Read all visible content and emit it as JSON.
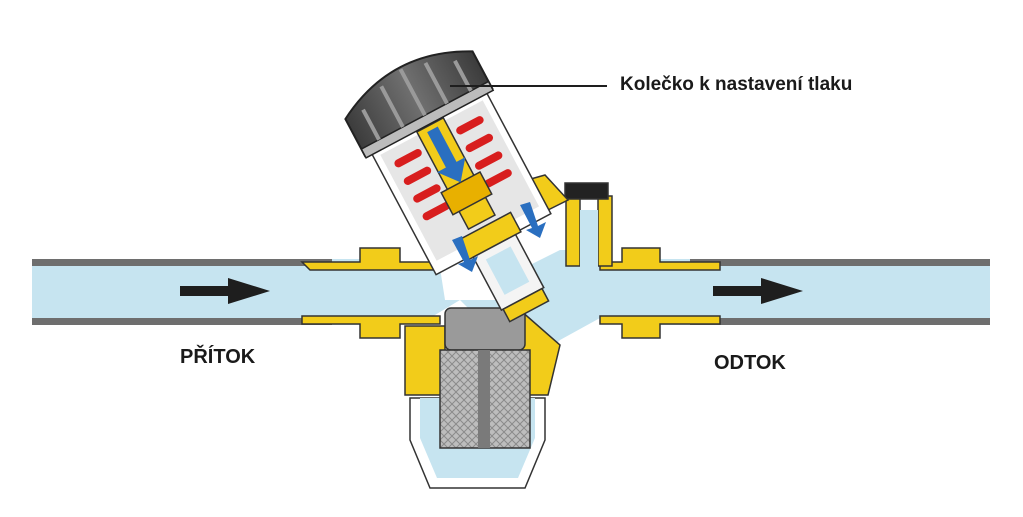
{
  "labels": {
    "knob": "Kolečko k nastavení tlaku",
    "inflow": "PŘÍTOK",
    "outflow": "ODTOK"
  },
  "colors": {
    "water": "#c6e4f0",
    "pipe": "#6e6e6e",
    "brass": "#f2cc1a",
    "cap": "#555555",
    "flow_arrow": "#2a6fc0",
    "spring": "#d81e1e",
    "text": "#1a1a1a"
  },
  "icons": [
    "flow-arrow-icon"
  ]
}
